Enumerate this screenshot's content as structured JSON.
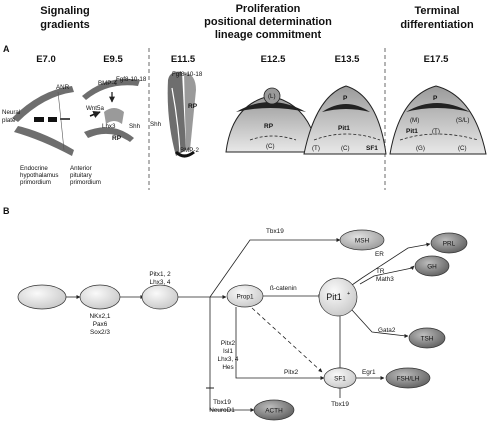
{
  "headers": {
    "signaling": [
      "Signaling",
      "gradients"
    ],
    "proliferation": [
      "Proliferation",
      "positional determination",
      "lineage commitment"
    ],
    "terminal": [
      "Terminal",
      "differentiation"
    ]
  },
  "panels": {
    "a": "A",
    "b": "B"
  },
  "stages": [
    "E7.0",
    "E9.5",
    "E11.5",
    "E12.5",
    "E13.5",
    "E17.5"
  ],
  "panel_a_labels": {
    "anr": "ANR",
    "neural_plate": [
      "Neural",
      "plate"
    ],
    "endocrine": [
      "Endocrine",
      "hypothalamus",
      "primordium"
    ],
    "anterior": [
      "Anterior",
      "pituitary",
      "primordium"
    ],
    "bmp4": "BMP-4",
    "fgf8_e95": "Fgf8-10-18",
    "wnt5a": "Wnt5a",
    "lhx3": "Lhx3",
    "shh_e95": "Shh",
    "rp_e95": "RP",
    "fgf8_e115": "Fgf8-10-18",
    "shh_e115": "Shh",
    "rp_e115": "RP",
    "bmp2": "BMP-2",
    "l_e125": "(L)",
    "rp_e125": "RP",
    "c_e125": "(C)",
    "p_e135": "P",
    "pit1_e135": "Pit1",
    "t_e135": "(T)",
    "c_e135": "(C)",
    "sf1_e135": "SF1",
    "p_e175": "P",
    "m_e175": "(M)",
    "sl_e175": "(S/L)",
    "pit1_e175": "Pit1",
    "t_e175": "(T)",
    "g_e175": "(G)",
    "c_e175": "(C)"
  },
  "panel_b": {
    "nodes": {
      "msh": "MSH",
      "prop1": "Prop1",
      "pit1": "Pit1",
      "pit1_sup": "+",
      "prl": "PRL",
      "gh": "GH",
      "tsh": "TSH",
      "sf1": "SF1",
      "fshlh": "FSH/LH",
      "acth": "ACTH"
    },
    "edge_labels": {
      "nkx": [
        "NKx2,1",
        "Pax6",
        "Sox2/3"
      ],
      "pitx12": [
        "Pitx1, 2",
        "Lhx3, 4"
      ],
      "tbx19_top": "Tbx19",
      "bcatenin": "ß-catenin",
      "er": "ER",
      "tr": [
        "TR",
        "Math3"
      ],
      "gata2": "Gata2",
      "pitx2_group": [
        "Pitx2",
        "Isl1",
        "Lhx3, 4",
        "Hes"
      ],
      "pitx2": "Pitx2",
      "egr1": "Egr1",
      "tbx19_sf1": "Tbx19",
      "tbx19_bottom": [
        "Tbx19",
        "NeuroD1"
      ]
    }
  },
  "colors": {
    "node_light": "#e6e6e6",
    "node_mid": "#b9b9b9",
    "node_dark": "#7a7a7a",
    "tissue_light": "#d9d9d9",
    "tissue_dark": "#6e6e6e"
  }
}
